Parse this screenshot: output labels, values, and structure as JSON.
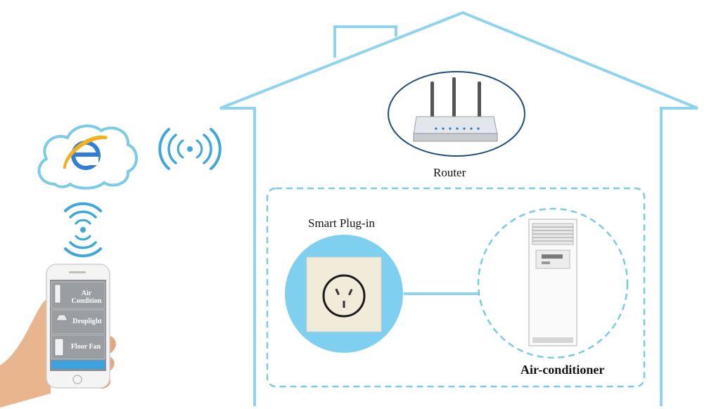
{
  "labels": {
    "router": "Router",
    "smart_plug": "Smart Plug-in",
    "air_conditioner": "Air-conditioner"
  },
  "phone_menu": [
    {
      "line1": "Air",
      "line2": "Condition",
      "icon": "air-conditioner-icon"
    },
    {
      "line1": "Droplight",
      "line2": "",
      "icon": "droplight-icon"
    },
    {
      "line1": "Floor Fan",
      "line2": "",
      "icon": "floor-fan-icon"
    }
  ],
  "colors": {
    "house_outline": "#8fd3ee",
    "dashed_border": "#7ccbe6",
    "plug_circle": "#7fcff0",
    "connector_line": "#8fd3ee",
    "wifi_blue": "#3fa7dd"
  },
  "icons": {
    "cloud": "cloud-icon",
    "internet": "internet-explorer-icon",
    "wifi": "wifi-signal-icon",
    "router": "router-icon",
    "plug": "wall-socket-icon",
    "ac": "air-conditioner-unit-icon",
    "phone": "smartphone-icon",
    "hand": "hand-icon"
  }
}
